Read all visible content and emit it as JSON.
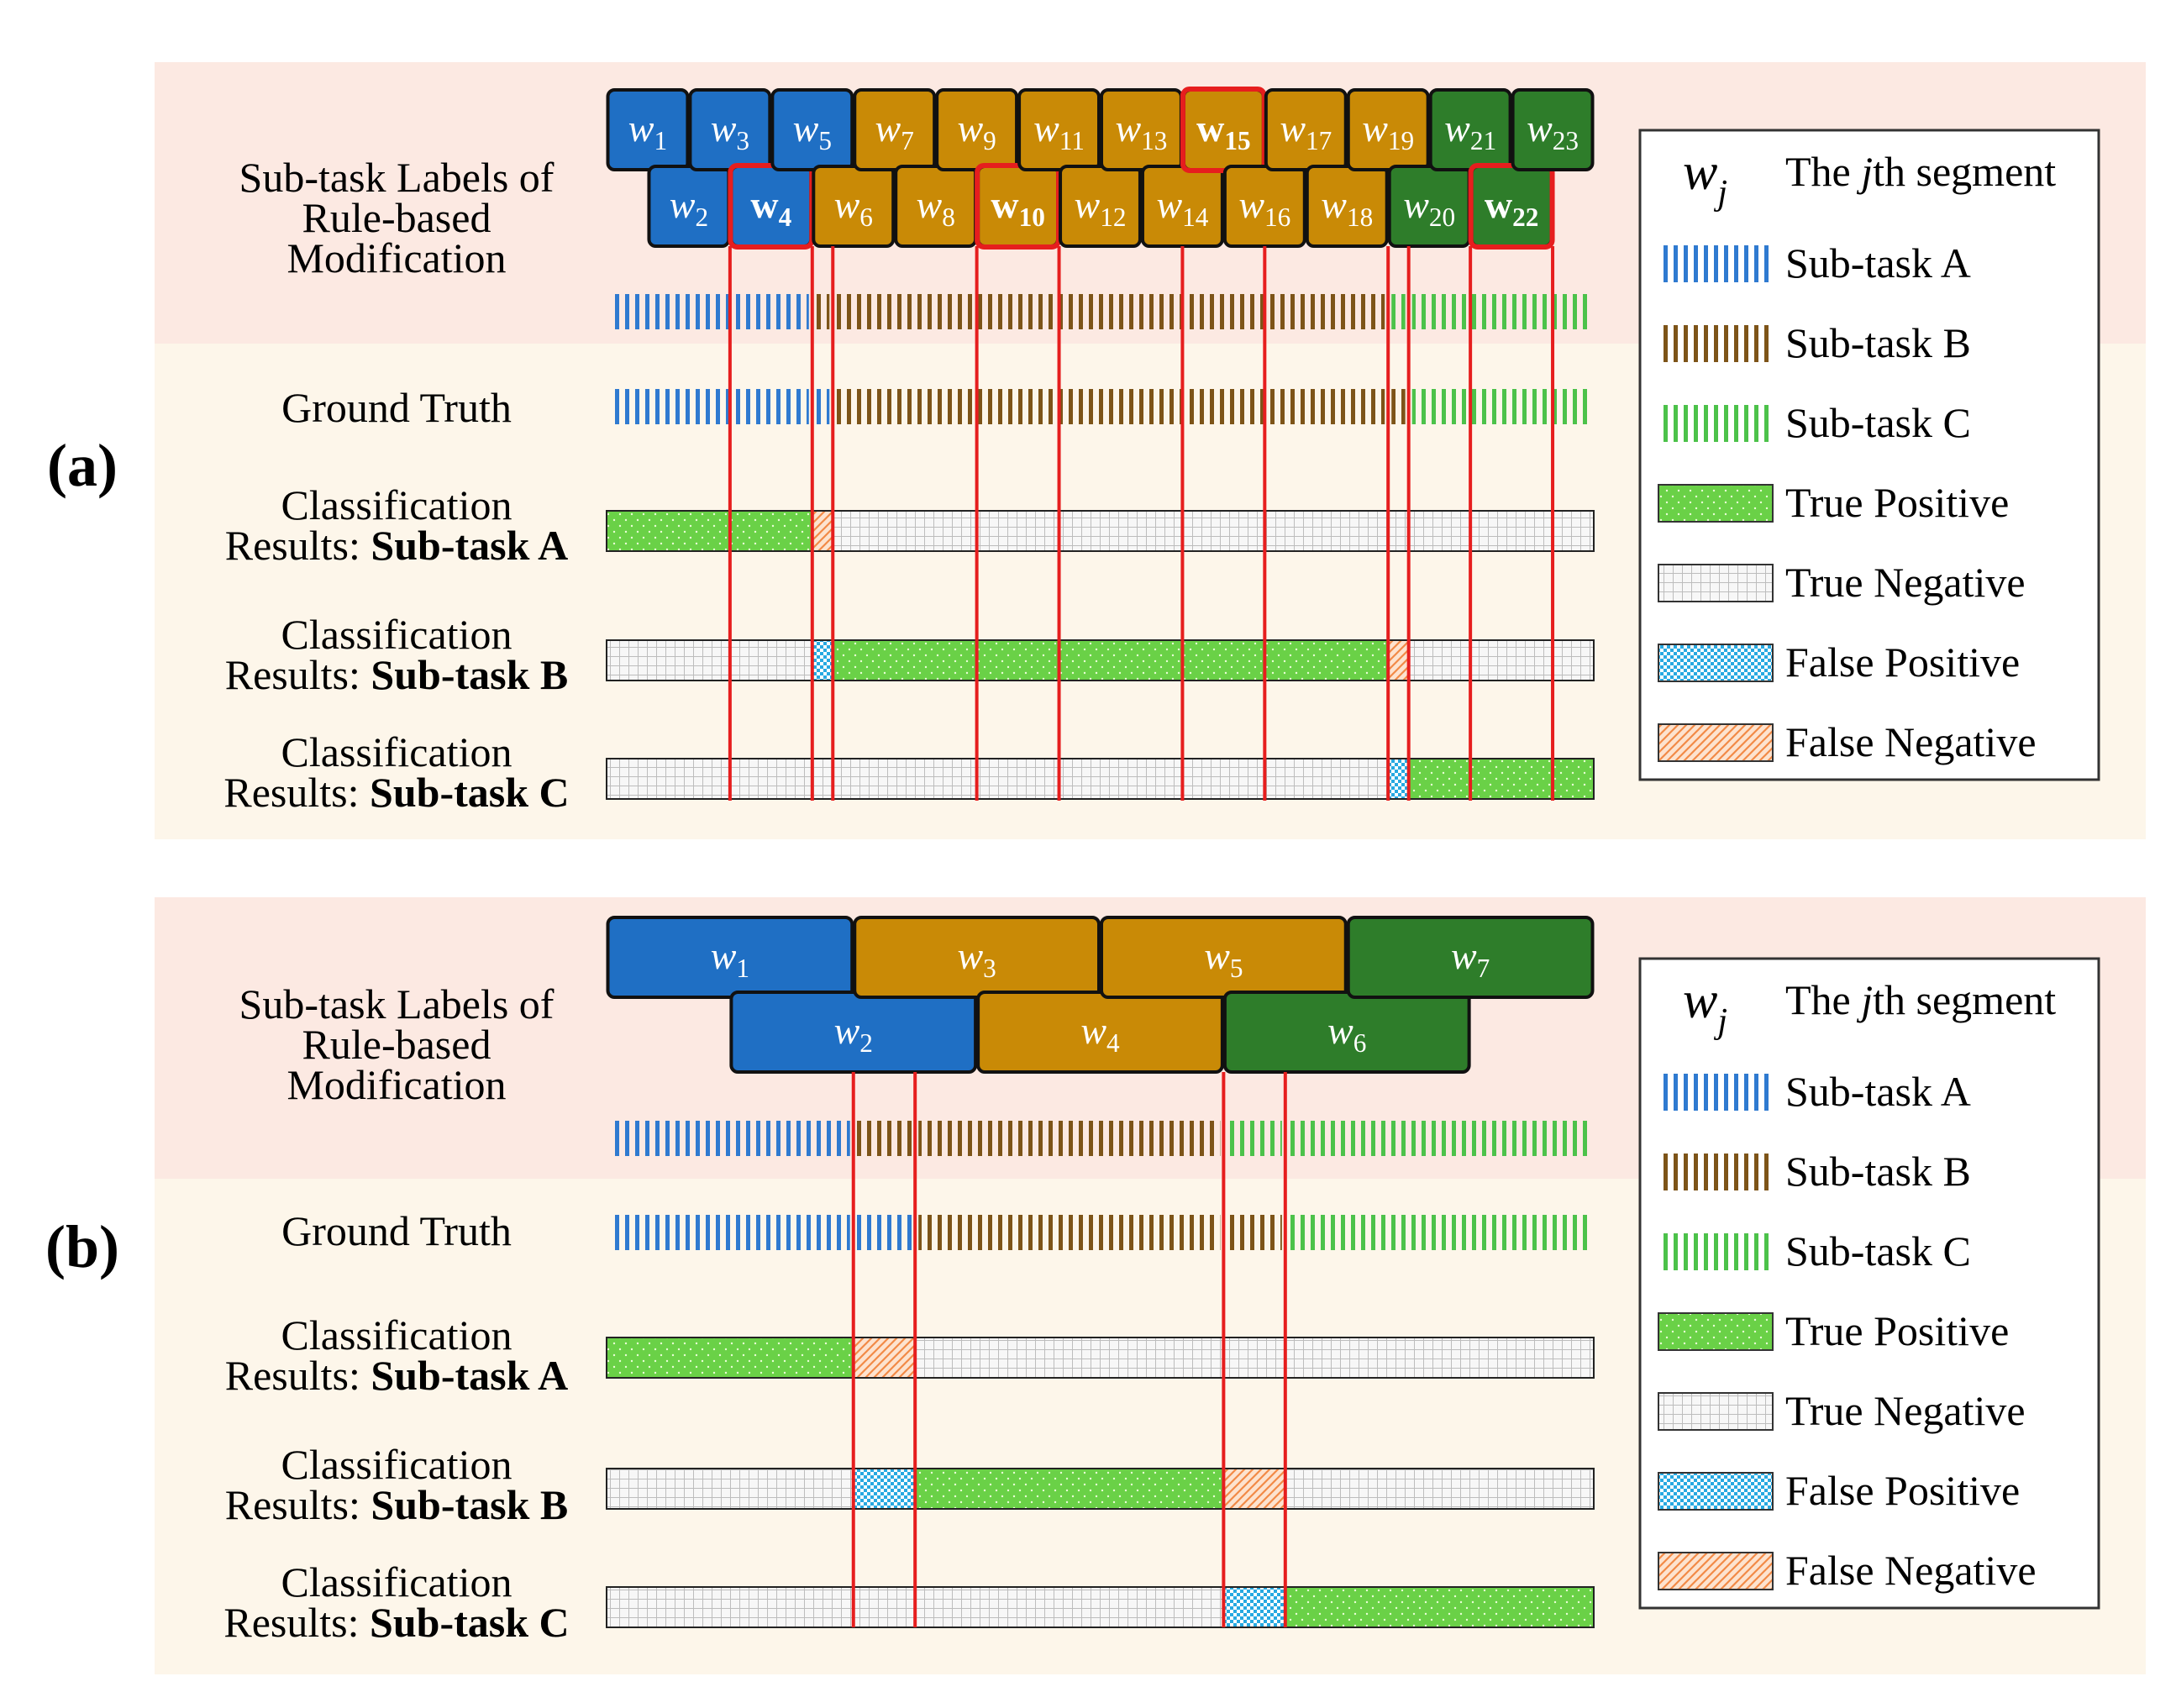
{
  "colors": {
    "panel_top_bg": "#fce9e2",
    "panel_bottom_bg": "#fdf6ea",
    "subtask_a": "#1f6fc4",
    "subtask_b": "#c98a06",
    "subtask_c": "#2e7d2a",
    "stripe_a": "#2f7ad0",
    "stripe_b": "#7d5418",
    "stripe_c": "#4cc24a",
    "true_positive": "#6ad147",
    "true_negative": "#f4f4f4",
    "false_positive": "#36b6e6",
    "false_negative": "#f9c39e",
    "boundary_line": "#e61e1e",
    "highlight_box": "#e61e1e"
  },
  "panels": [
    {
      "id": "a",
      "tag": "(a)",
      "row_labels": {
        "subtask_labels": [
          "Sub-task Labels of",
          "Rule-based",
          "Modification"
        ],
        "ground_truth": "Ground Truth",
        "result_prefix": "Results: ",
        "result_line1": "Classification",
        "results": [
          "Sub-task A",
          "Sub-task B",
          "Sub-task C"
        ]
      },
      "segments": [
        {
          "base": "w",
          "sub": "1",
          "label": "A",
          "highlight": false
        },
        {
          "base": "w",
          "sub": "2",
          "label": "A",
          "highlight": false
        },
        {
          "base": "w",
          "sub": "3",
          "label": "A",
          "highlight": false
        },
        {
          "base": "w",
          "sub": "4",
          "label": "A",
          "highlight": true
        },
        {
          "base": "w",
          "sub": "5",
          "label": "A",
          "highlight": false
        },
        {
          "base": "w",
          "sub": "6",
          "label": "B",
          "highlight": false
        },
        {
          "base": "w",
          "sub": "7",
          "label": "B",
          "highlight": false
        },
        {
          "base": "w",
          "sub": "8",
          "label": "B",
          "highlight": false
        },
        {
          "base": "w",
          "sub": "9",
          "label": "B",
          "highlight": false
        },
        {
          "base": "w",
          "sub": "10",
          "label": "B",
          "highlight": true
        },
        {
          "base": "w",
          "sub": "11",
          "label": "B",
          "highlight": false
        },
        {
          "base": "w",
          "sub": "12",
          "label": "B",
          "highlight": false
        },
        {
          "base": "w",
          "sub": "13",
          "label": "B",
          "highlight": false
        },
        {
          "base": "w",
          "sub": "14",
          "label": "B",
          "highlight": false
        },
        {
          "base": "w",
          "sub": "15",
          "label": "B",
          "highlight": true
        },
        {
          "base": "w",
          "sub": "16",
          "label": "B",
          "highlight": false
        },
        {
          "base": "w",
          "sub": "17",
          "label": "B",
          "highlight": false
        },
        {
          "base": "w",
          "sub": "18",
          "label": "B",
          "highlight": false
        },
        {
          "base": "w",
          "sub": "19",
          "label": "B",
          "highlight": false
        },
        {
          "base": "w",
          "sub": "20",
          "label": "C",
          "highlight": false
        },
        {
          "base": "w",
          "sub": "21",
          "label": "C",
          "highlight": false
        },
        {
          "base": "w",
          "sub": "22",
          "label": "C",
          "highlight": true
        },
        {
          "base": "w",
          "sub": "23",
          "label": "C",
          "highlight": false
        }
      ]
    },
    {
      "id": "b",
      "tag": "(b)",
      "row_labels": {
        "subtask_labels": [
          "Sub-task Labels of",
          "Rule-based",
          "Modification"
        ],
        "ground_truth": "Ground Truth",
        "result_prefix": "Results: ",
        "result_line1": "Classification",
        "results": [
          "Sub-task A",
          "Sub-task B",
          "Sub-task C"
        ]
      },
      "segments": [
        {
          "base": "w",
          "sub": "1",
          "label": "A",
          "highlight": false
        },
        {
          "base": "w",
          "sub": "2",
          "label": "A",
          "highlight": false
        },
        {
          "base": "w",
          "sub": "3",
          "label": "B",
          "highlight": false
        },
        {
          "base": "w",
          "sub": "4",
          "label": "B",
          "highlight": false
        },
        {
          "base": "w",
          "sub": "5",
          "label": "B",
          "highlight": false
        },
        {
          "base": "w",
          "sub": "6",
          "label": "C",
          "highlight": false
        },
        {
          "base": "w",
          "sub": "7",
          "label": "C",
          "highlight": false
        }
      ]
    }
  ],
  "legend": {
    "header_symbol": "w",
    "header_symbol_sub": "j",
    "header_text_pre": "The ",
    "header_text_italic": "j",
    "header_text_post": "th segment",
    "items": [
      {
        "label": "Sub-task A",
        "swatch": "stripe_a"
      },
      {
        "label": "Sub-task B",
        "swatch": "stripe_b"
      },
      {
        "label": "Sub-task C",
        "swatch": "stripe_c"
      },
      {
        "label": "True Positive",
        "swatch": "true_positive"
      },
      {
        "label": "True Negative",
        "swatch": "true_negative"
      },
      {
        "label": "False Positive",
        "swatch": "false_positive"
      },
      {
        "label": "False Negative",
        "swatch": "false_negative"
      }
    ]
  }
}
